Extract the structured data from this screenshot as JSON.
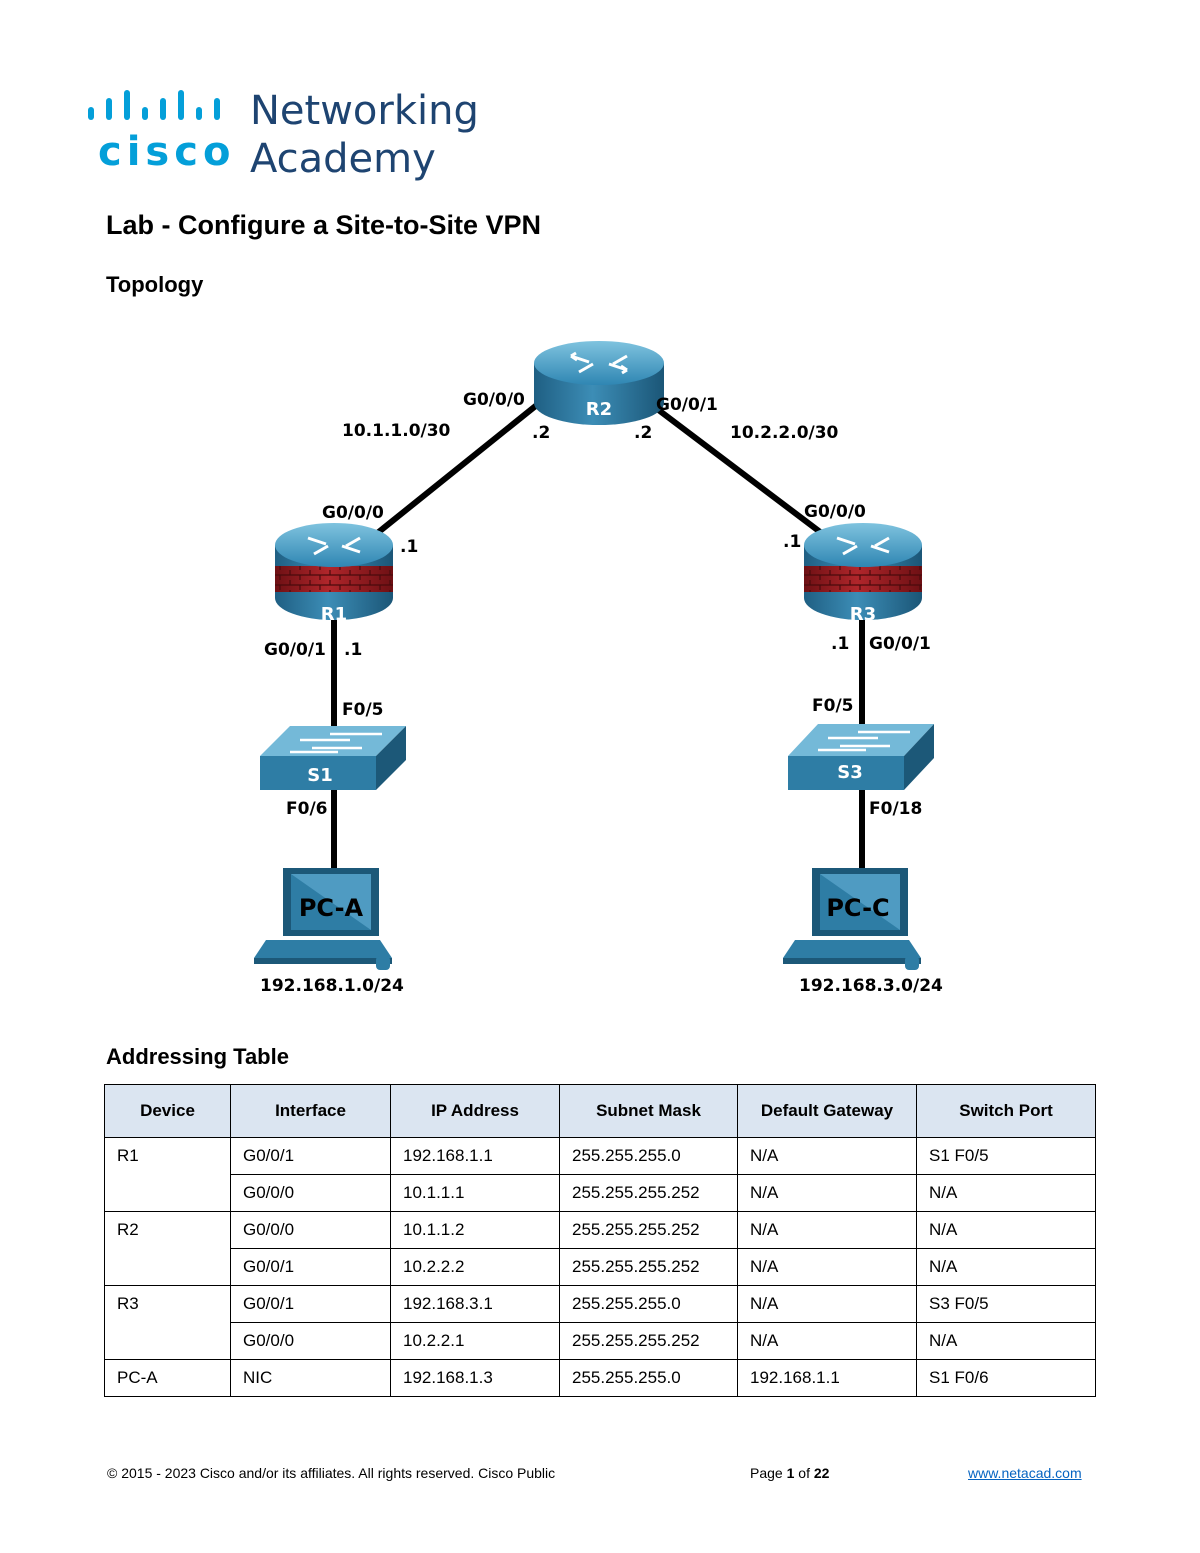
{
  "logo": {
    "brand": "cisco",
    "product_line1": "Networking",
    "product_line2": "Academy"
  },
  "doc": {
    "title": "Lab - Configure a Site-to-Site VPN",
    "topology_heading": "Topology",
    "table_heading": "Addressing Table"
  },
  "topology": {
    "devices": {
      "r1": "R1",
      "r2": "R2",
      "r3": "R3",
      "s1": "S1",
      "s3": "S3",
      "pca": "PC-A",
      "pcc": "PC-C"
    },
    "networks": {
      "left_wan": "10.1.1.0/30",
      "right_wan": "10.2.2.0/30",
      "left_lan": "192.168.1.0/24",
      "right_lan": "192.168.3.0/24"
    },
    "ports": {
      "r2_left": "G0/0/0",
      "r2_right": "G0/0/1",
      "r2_left_host": ".2",
      "r2_right_host": ".2",
      "r1_wan": "G0/0/0",
      "r1_wan_host": ".1",
      "r1_lan": "G0/0/1",
      "r1_lan_host": ".1",
      "r3_wan": "G0/0/0",
      "r3_wan_host": ".1",
      "r3_lan": "G0/0/1",
      "r3_lan_host": ".1",
      "s1_up": "F0/5",
      "s1_down": "F0/6",
      "s3_up": "F0/5",
      "s3_down": "F0/18"
    },
    "colors": {
      "device_blue": "#2e7da5",
      "firewall_red": "#9b1b1f",
      "link": "#000000"
    }
  },
  "table": {
    "headers": [
      "Device",
      "Interface",
      "IP Address",
      "Subnet Mask",
      "Default Gateway",
      "Switch Port"
    ],
    "rows": [
      [
        "R1",
        "G0/0/1",
        "192.168.1.1",
        "255.255.255.0",
        "N/A",
        "S1 F0/5"
      ],
      [
        "",
        "G0/0/0",
        "10.1.1.1",
        "255.255.255.252",
        "N/A",
        "N/A"
      ],
      [
        "R2",
        "G0/0/0",
        "10.1.1.2",
        "255.255.255.252",
        "N/A",
        "N/A"
      ],
      [
        "",
        "G0/0/1",
        "10.2.2.2",
        "255.255.255.252",
        "N/A",
        "N/A"
      ],
      [
        "R3",
        "G0/0/1",
        "192.168.3.1",
        "255.255.255.0",
        "N/A",
        "S3 F0/5"
      ],
      [
        "",
        "G0/0/0",
        "10.2.2.1",
        "255.255.255.252",
        "N/A",
        "N/A"
      ],
      [
        "PC-A",
        "NIC",
        "192.168.1.3",
        "255.255.255.0",
        "192.168.1.1",
        "S1 F0/6"
      ]
    ]
  },
  "footer": {
    "copyright": "© 2015 - 2023 Cisco and/or its affiliates. All rights reserved. Cisco Public",
    "page_prefix": "Page ",
    "page_num": "1",
    "page_mid": " of ",
    "page_total": "22",
    "url": "www.netacad.com"
  }
}
